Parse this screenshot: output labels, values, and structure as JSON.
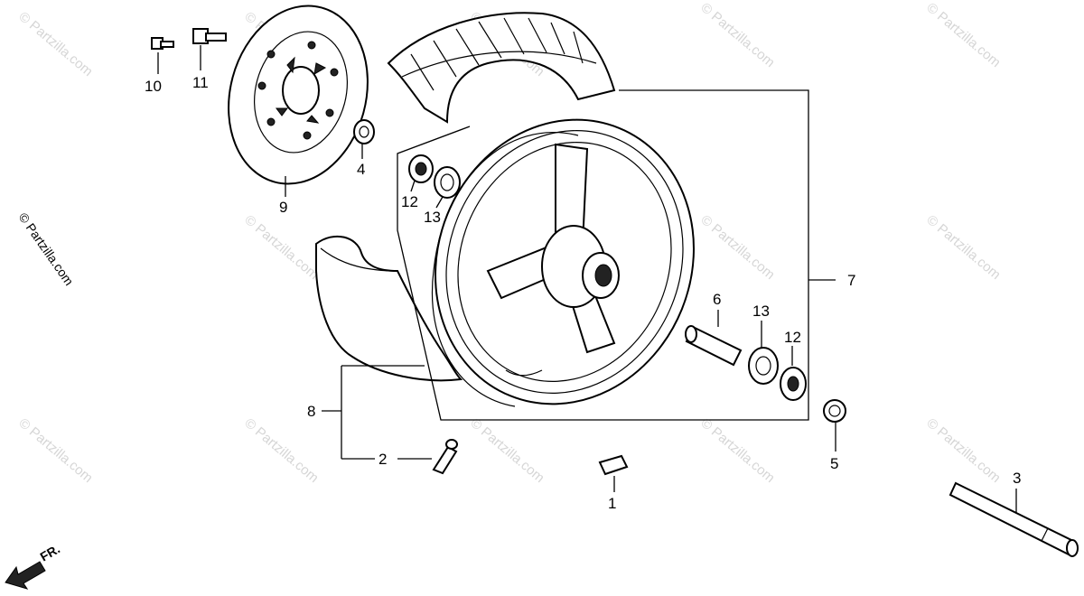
{
  "watermark": "© Partzilla.com",
  "direction_label": "FR.",
  "callouts": {
    "c1": "1",
    "c2": "2",
    "c3": "3",
    "c4": "4",
    "c5": "5",
    "c6": "6",
    "c7": "7",
    "c8": "8",
    "c9": "9",
    "c10": "10",
    "c11": "11",
    "c12a": "12",
    "c12b": "12",
    "c13a": "13",
    "c13b": "13"
  }
}
